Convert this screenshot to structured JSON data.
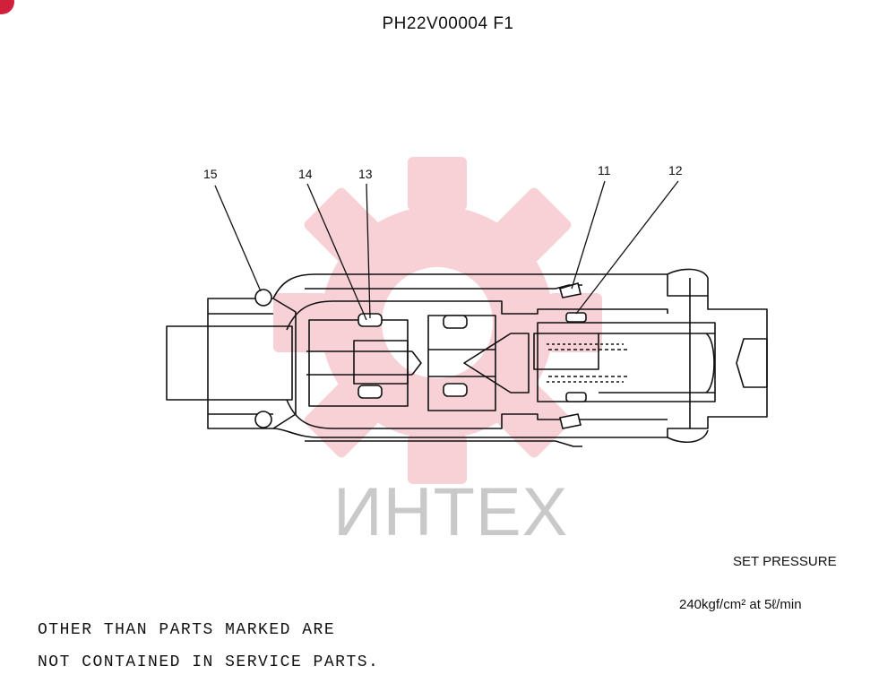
{
  "title": "PH22V00004 F1",
  "watermark": {
    "text": "ИНТЕХ",
    "gear_color": "#f5b8bf"
  },
  "callouts": [
    {
      "id": "15",
      "label": "15"
    },
    {
      "id": "14",
      "label": "14"
    },
    {
      "id": "13",
      "label": "13"
    },
    {
      "id": "11",
      "label": "11"
    },
    {
      "id": "12",
      "label": "12"
    }
  ],
  "specs": {
    "heading": "SET PRESSURE",
    "value": "240kgf/cm² at 5ℓ/min"
  },
  "notes": [
    "OTHER THAN PARTS MARKED ARE",
    "NOT CONTAINED IN SERVICE PARTS."
  ]
}
